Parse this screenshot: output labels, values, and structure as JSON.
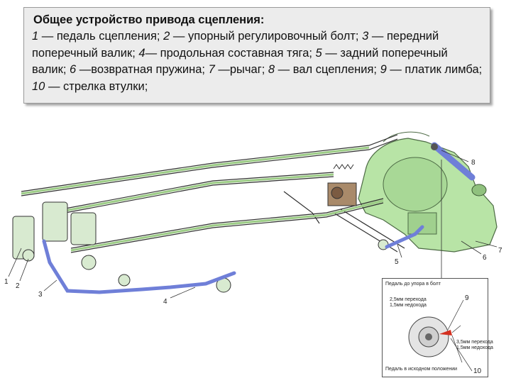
{
  "caption": {
    "title": "Общее устройство привода сцепления:",
    "items": [
      {
        "num": "1",
        "text": " — педаль сцепления; "
      },
      {
        "num": "2",
        "text": " — упорный регулировочный болт; "
      },
      {
        "num": "3",
        "text": " — передний поперечный валик; "
      },
      {
        "num": "4",
        "text": "— продольная составная тяга; "
      },
      {
        "num": "5",
        "text": " — задний поперечный валик; "
      },
      {
        "num": "6",
        "text": " —возвратная пружина; "
      },
      {
        "num": "7",
        "text": " —рычаг; "
      },
      {
        "num": "8",
        "text": " — вал сцепления; "
      },
      {
        "num": "9",
        "text": " — платик лимба; "
      },
      {
        "num": "10",
        "text": " — стрелка втулки;"
      }
    ]
  },
  "callouts": [
    "1",
    "2",
    "3",
    "4",
    "5",
    "6",
    "7",
    "8",
    "9",
    "10"
  ],
  "inset": {
    "top_label": "Педаль до упора в болт",
    "stroke1_a": "2,5мм перехода",
    "stroke1_b": "1,5мм недохода",
    "stroke2_a": "3,5мм перехода",
    "stroke2_b": "1,5мм недохода",
    "bottom_label": "Педаль в исходном положении"
  },
  "colors": {
    "housing": "#b8e4a6",
    "rod": "#2f2f2f",
    "blue_parts": "#6f7fd8",
    "pointer": "#d43020"
  }
}
